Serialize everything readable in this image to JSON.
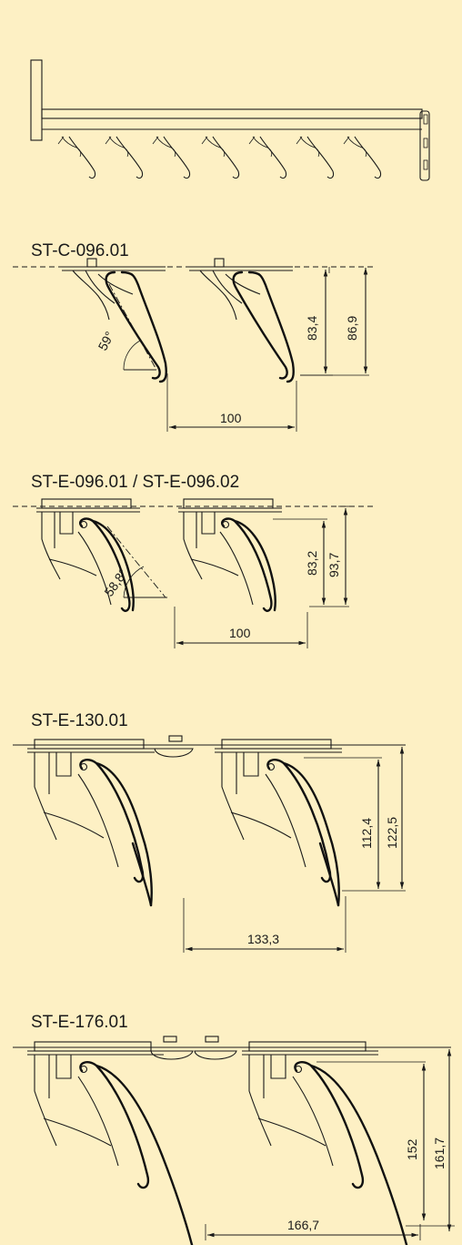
{
  "colors": {
    "background": "#fdf0c4",
    "line": "#1a1a1a"
  },
  "sections": [
    {
      "title": "ST-C-096.01",
      "angle": "59°",
      "dim_inner": "83,4",
      "dim_outer": "86,9",
      "spacing": "100"
    },
    {
      "title": "ST-E-096.01 / ST-E-096.02",
      "angle": "58,8°",
      "dim_inner": "83,2",
      "dim_outer": "93,7",
      "spacing": "100"
    },
    {
      "title": "ST-E-130.01",
      "dim_inner": "112,4",
      "dim_outer": "122,5",
      "spacing": "133,3"
    },
    {
      "title": "ST-E-176.01",
      "dim_inner": "152",
      "dim_outer": "161,7",
      "spacing": "166,7"
    }
  ]
}
